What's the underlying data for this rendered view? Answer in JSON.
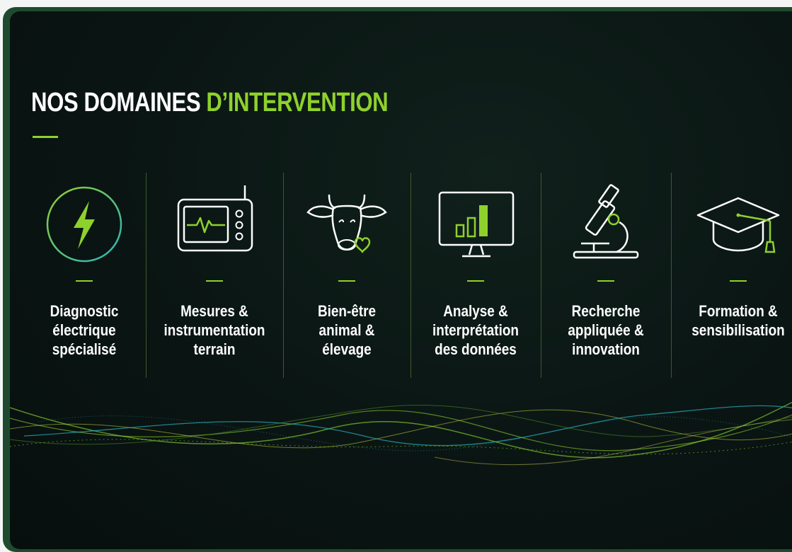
{
  "title": {
    "part1": "NOS DOMAINES ",
    "part2": "D’INTERVENTION"
  },
  "colors": {
    "accent": "#8fd12c",
    "background": "#0a1513",
    "teal": "#2bb3c0"
  },
  "domains": [
    {
      "label": "Diagnostic\nélectrique\nspécialisé",
      "icon": "lightning-icon"
    },
    {
      "label": "Mesures &\ninstrumentation\nterrain",
      "icon": "monitor-device-icon"
    },
    {
      "label": "Bien-être\nanimal &\nélevage",
      "icon": "cow-heart-icon"
    },
    {
      "label": "Analyse &\ninterprétation\ndes données",
      "icon": "chart-screen-icon"
    },
    {
      "label": "Recherche\nappliquée &\ninnovation",
      "icon": "microscope-icon"
    },
    {
      "label": "Formation &\nsensibilisation",
      "icon": "graduation-cap-icon"
    }
  ]
}
